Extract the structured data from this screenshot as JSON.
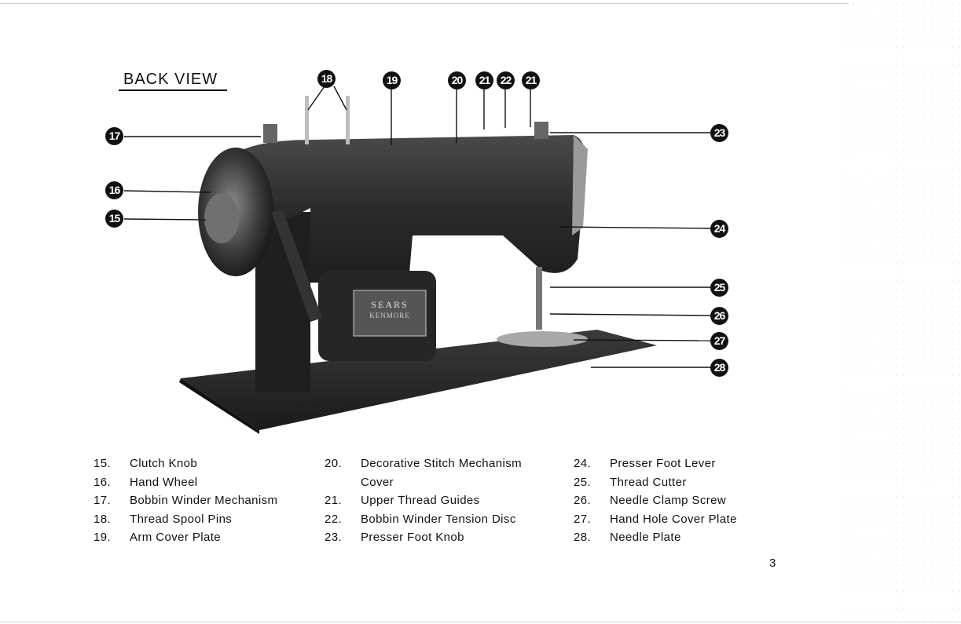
{
  "heading": "BACK VIEW",
  "callouts": {
    "c15": "15",
    "c16": "16",
    "c17": "17",
    "c18": "18",
    "c19": "19",
    "c20": "20",
    "c21a": "21",
    "c22": "22",
    "c21b": "21",
    "c23": "23",
    "c24": "24",
    "c25": "25",
    "c26": "26",
    "c27": "27",
    "c28": "28"
  },
  "machine_badge": {
    "brand": "SEARS",
    "model": "KENMORE"
  },
  "legend": {
    "col1": [
      {
        "num": "15.",
        "text": "Clutch Knob"
      },
      {
        "num": "16.",
        "text": "Hand Wheel"
      },
      {
        "num": "17.",
        "text": "Bobbin Winder Mechanism"
      },
      {
        "num": "18.",
        "text": "Thread Spool Pins"
      },
      {
        "num": "19.",
        "text": "Arm Cover Plate"
      }
    ],
    "col2": [
      {
        "num": "20.",
        "text": "Decorative Stitch Mechanism",
        "cont": "Cover"
      },
      {
        "num": "21.",
        "text": "Upper Thread Guides"
      },
      {
        "num": "22.",
        "text": "Bobbin Winder Tension Disc"
      },
      {
        "num": "23.",
        "text": "Presser Foot Knob"
      }
    ],
    "col3": [
      {
        "num": "24.",
        "text": "Presser Foot Lever"
      },
      {
        "num": "25.",
        "text": "Thread Cutter"
      },
      {
        "num": "26.",
        "text": "Needle Clamp Screw"
      },
      {
        "num": "27.",
        "text": "Hand Hole Cover Plate"
      },
      {
        "num": "28.",
        "text": "Needle Plate"
      }
    ]
  },
  "page_number": "3"
}
